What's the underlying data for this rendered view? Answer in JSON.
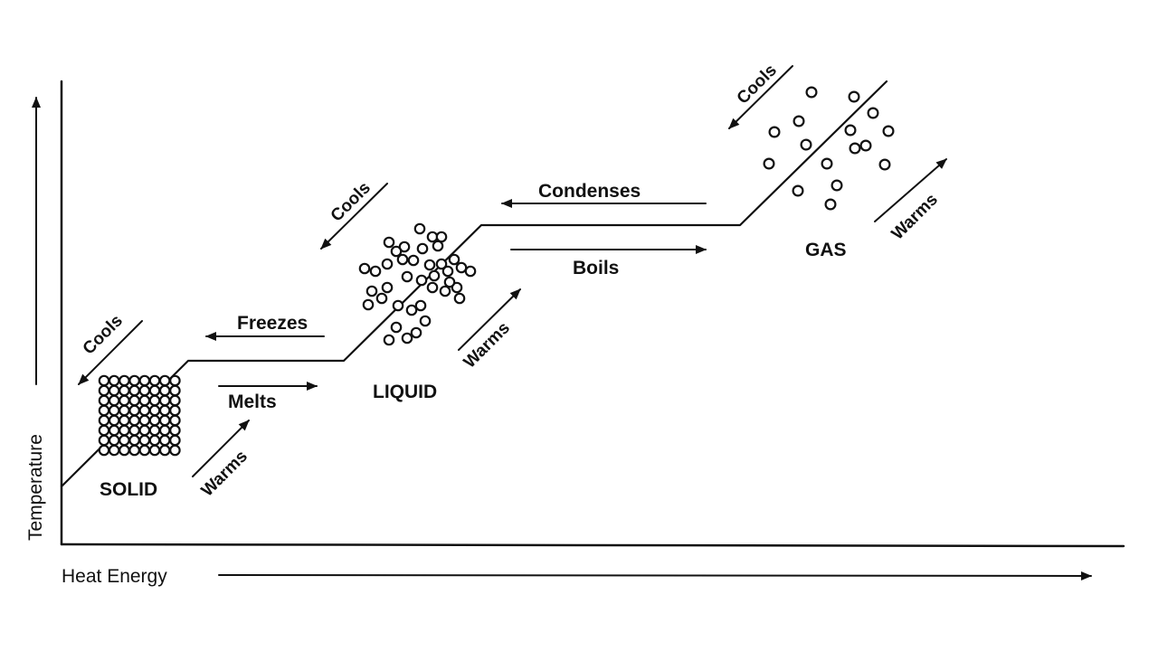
{
  "axes": {
    "x_label": "Heat Energy",
    "y_label": "Temperature"
  },
  "phases": {
    "solid": "SOLID",
    "liquid": "LIQUID",
    "gas": "GAS"
  },
  "transitions": {
    "melts": "Melts",
    "freezes": "Freezes",
    "boils": "Boils",
    "condenses": "Condenses"
  },
  "trends": {
    "cools": "Cools",
    "warms": "Warms"
  },
  "colors": {
    "ink": "#111111",
    "background": "#ffffff"
  }
}
